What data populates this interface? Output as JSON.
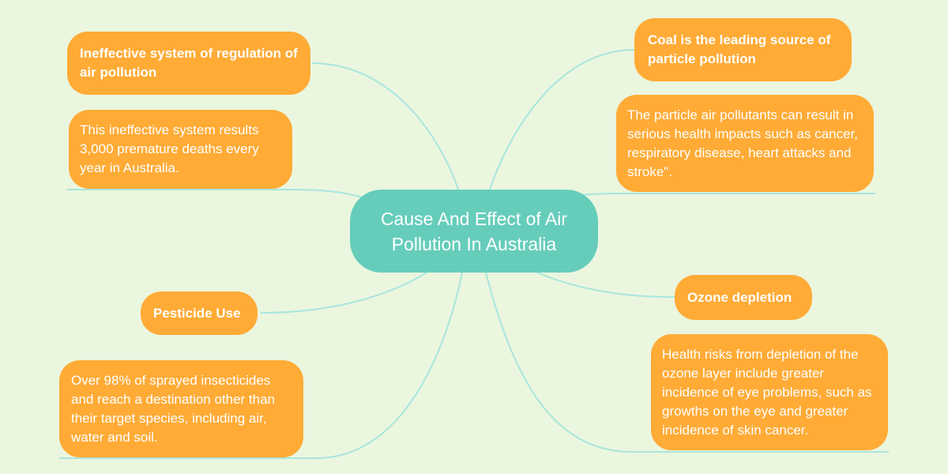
{
  "center": {
    "title": "Cause And Effect of Air Pollution In Australia"
  },
  "nodes": {
    "regulation": "Ineffective system of regulation of air pollution",
    "regulation_detail": "This ineffective system results 3,000 premature deaths every year in Australia.",
    "pesticide": "Pesticide Use",
    "pesticide_detail": "Over 98% of sprayed insecticides and reach a destination other than their target species, including air, water and soil.",
    "coal": "Coal is the leading source of particle pollution",
    "coal_detail": "The particle air pollutants can result in serious health impacts such as cancer, respiratory disease, heart attacks and stroke\".",
    "ozone": "Ozone depletion",
    "ozone_detail": "Health risks from depletion of the ozone layer include greater incidence of eye problems, such as growths on the eye and greater incidence of skin cancer."
  },
  "colors": {
    "background": "#ebf6df",
    "center": "#66cdbb",
    "node": "#ffab36",
    "link": "#a8e6dc"
  }
}
